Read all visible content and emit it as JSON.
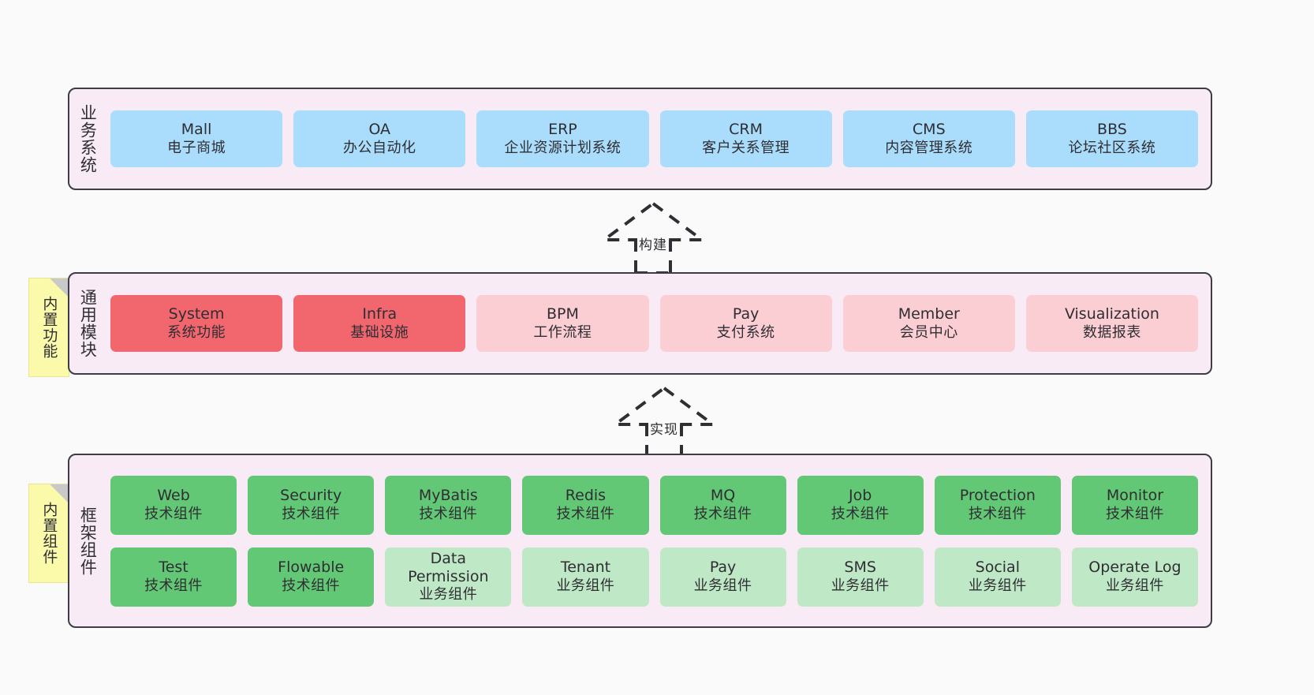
{
  "diagram": {
    "background": "#fafafa",
    "panel_background": "#f9ebf5",
    "panel_border": "#3d3d47",
    "colors": {
      "business_card": "#aadcfb",
      "module_card_strong": "#f2666e",
      "module_card_light": "#fbced4",
      "framework_card_strong": "#63c876",
      "framework_card_light": "#bfe8c6",
      "note": "#fafaaa",
      "note_fold": "#c9c9c9"
    }
  },
  "layers": [
    {
      "id": "business",
      "title": "业务系统",
      "rows": [
        {
          "cards": [
            {
              "en": "Mall",
              "cn": "电子商城",
              "style": "c-blue"
            },
            {
              "en": "OA",
              "cn": "办公自动化",
              "style": "c-blue"
            },
            {
              "en": "ERP",
              "cn": "企业资源计划系统",
              "style": "c-blue"
            },
            {
              "en": "CRM",
              "cn": "客户关系管理",
              "style": "c-blue"
            },
            {
              "en": "CMS",
              "cn": "内容管理系统",
              "style": "c-blue"
            },
            {
              "en": "BBS",
              "cn": "论坛社区系统",
              "style": "c-blue"
            }
          ]
        }
      ]
    },
    {
      "id": "modules",
      "title": "通用模块",
      "rows": [
        {
          "cards": [
            {
              "en": "System",
              "cn": "系统功能",
              "style": "c-red-strong"
            },
            {
              "en": "Infra",
              "cn": "基础设施",
              "style": "c-red-strong"
            },
            {
              "en": "BPM",
              "cn": "工作流程",
              "style": "c-red-light"
            },
            {
              "en": "Pay",
              "cn": "支付系统",
              "style": "c-red-light"
            },
            {
              "en": "Member",
              "cn": "会员中心",
              "style": "c-red-light"
            },
            {
              "en": "Visualization",
              "cn": "数据报表",
              "style": "c-red-light"
            }
          ]
        }
      ]
    },
    {
      "id": "framework",
      "title": "框架组件",
      "rows": [
        {
          "cards": [
            {
              "en": "Web",
              "cn": "技术组件",
              "style": "c-green-strong"
            },
            {
              "en": "Security",
              "cn": "技术组件",
              "style": "c-green-strong"
            },
            {
              "en": "MyBatis",
              "cn": "技术组件",
              "style": "c-green-strong"
            },
            {
              "en": "Redis",
              "cn": "技术组件",
              "style": "c-green-strong"
            },
            {
              "en": "MQ",
              "cn": "技术组件",
              "style": "c-green-strong"
            },
            {
              "en": "Job",
              "cn": "技术组件",
              "style": "c-green-strong"
            },
            {
              "en": "Protection",
              "cn": "技术组件",
              "style": "c-green-strong"
            },
            {
              "en": "Monitor",
              "cn": "技术组件",
              "style": "c-green-strong"
            }
          ]
        },
        {
          "cards": [
            {
              "en": "Test",
              "cn": "技术组件",
              "style": "c-green-strong"
            },
            {
              "en": "Flowable",
              "cn": "技术组件",
              "style": "c-green-strong"
            },
            {
              "en": "Data Permission",
              "cn": "业务组件",
              "style": "c-green-light",
              "wrap": true
            },
            {
              "en": "Tenant",
              "cn": "业务组件",
              "style": "c-green-light"
            },
            {
              "en": "Pay",
              "cn": "业务组件",
              "style": "c-green-light"
            },
            {
              "en": "SMS",
              "cn": "业务组件",
              "style": "c-green-light"
            },
            {
              "en": "Social",
              "cn": "业务组件",
              "style": "c-green-light"
            },
            {
              "en": "Operate Log",
              "cn": "业务组件",
              "style": "c-green-light"
            }
          ]
        }
      ]
    }
  ],
  "notes": [
    {
      "id": "functions",
      "label": "内置功能"
    },
    {
      "id": "components",
      "label": "内置组件"
    }
  ],
  "connectors": [
    {
      "id": "build",
      "label": "构建"
    },
    {
      "id": "impl",
      "label": "实现"
    }
  ]
}
